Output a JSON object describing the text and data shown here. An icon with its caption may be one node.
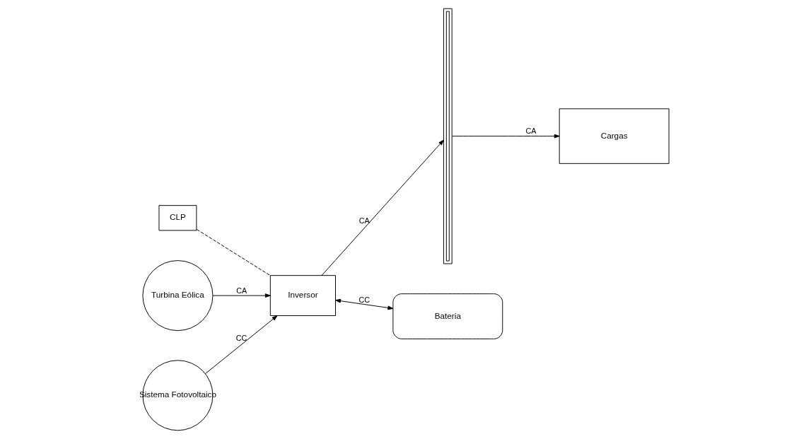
{
  "diagram": {
    "nodes": [
      {
        "text": [
          "CLP"
        ]
      },
      {
        "text": [
          "Turbina Eólica"
        ]
      },
      {
        "text": [
          "Inversor"
        ]
      },
      {
        "text": [],
        "shape": "bar"
      },
      {
        "text": [
          "Cargas"
        ]
      },
      {
        "text": [
          "Sistema Fotovoltaico"
        ]
      },
      {
        "text": [
          "Bateria"
        ]
      }
    ],
    "edges": [
      {
        "from": 1,
        "to": 2,
        "arrow": "to",
        "label": "CA"
      },
      {
        "from": 5,
        "to": 2,
        "arrow": "to",
        "label": "CC"
      },
      {
        "from": 0,
        "to": 2,
        "arrow": "none",
        "style": "dashed"
      },
      {
        "from": 2,
        "to": 6,
        "arrow": "both",
        "label": "CC"
      },
      {
        "from": 2,
        "to": 3,
        "arrow": "to",
        "label": "CA"
      },
      {
        "from": 3,
        "to": 4,
        "arrow": "to",
        "label": "CA"
      }
    ]
  }
}
